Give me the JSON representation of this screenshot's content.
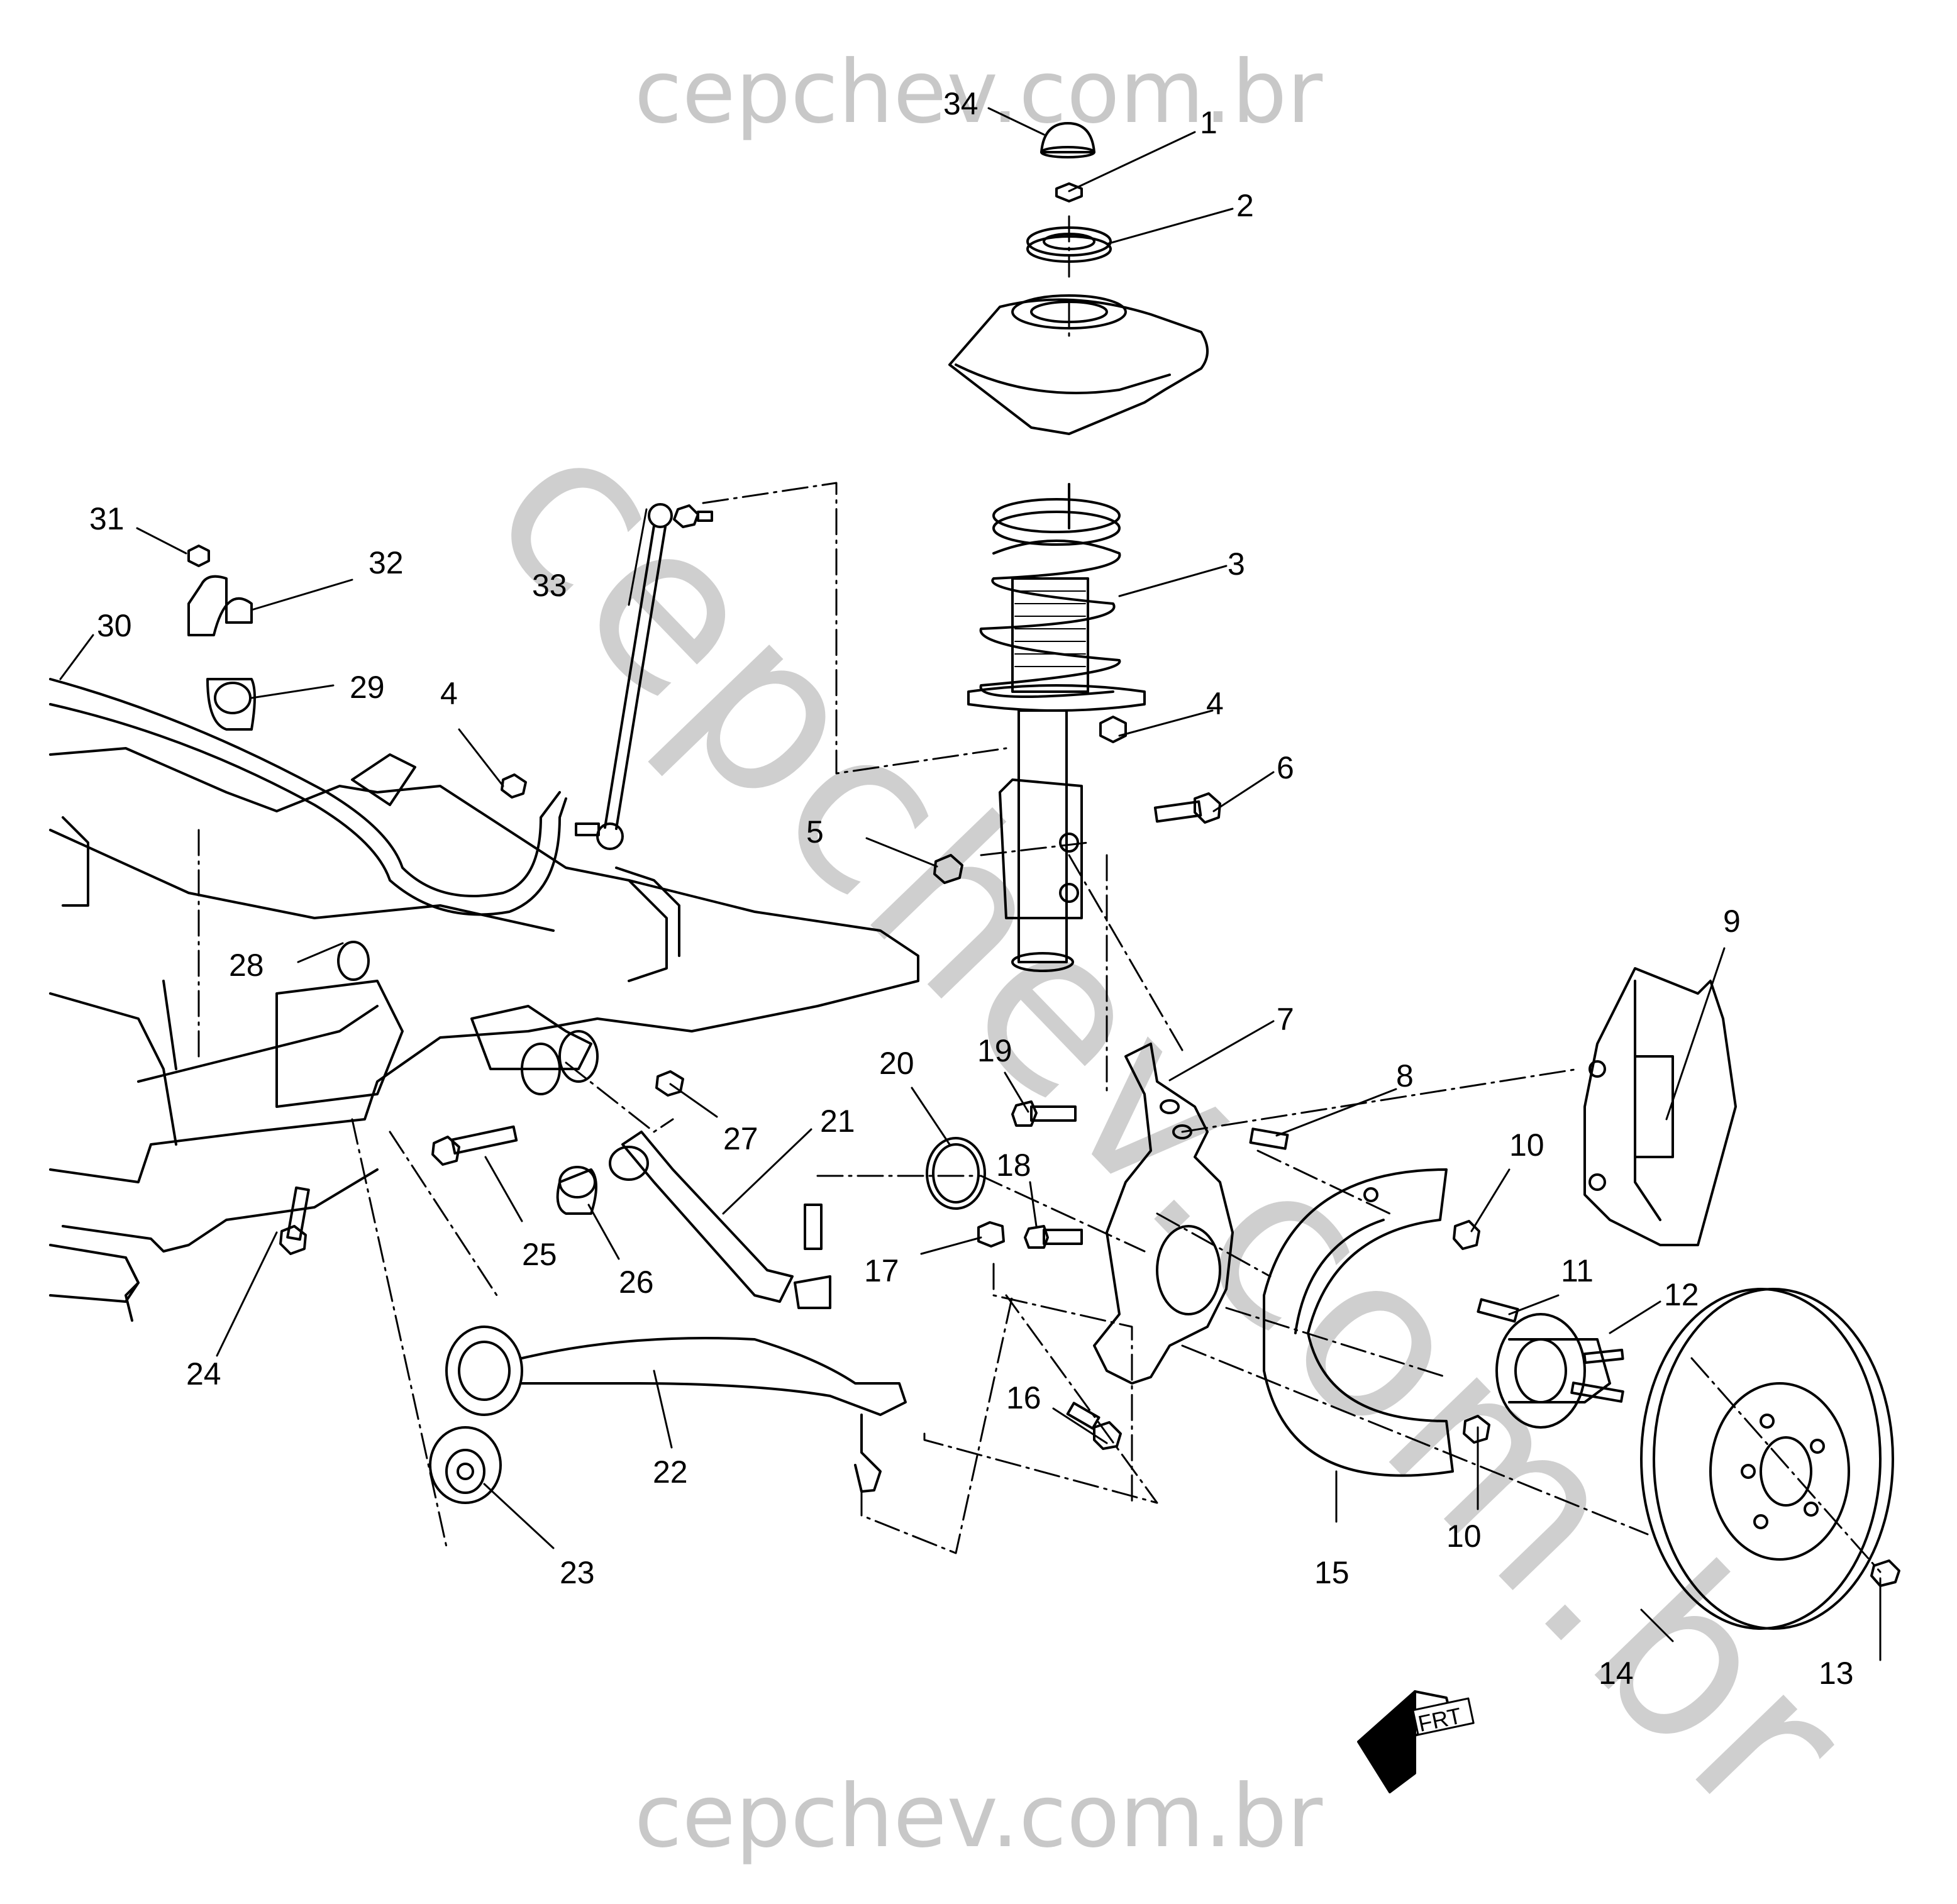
{
  "watermark": {
    "top": "cepchev.com.br",
    "diagonal": "cepchev.com.br",
    "bottom": "cepchev.com.br"
  },
  "direction_indicator": {
    "label": "FRT",
    "icon": "front-arrow-icon"
  },
  "callouts": [
    {
      "id": "c34",
      "text": "34"
    },
    {
      "id": "c1",
      "text": "1"
    },
    {
      "id": "c2",
      "text": "2"
    },
    {
      "id": "c3",
      "text": "3"
    },
    {
      "id": "c4a",
      "text": "4"
    },
    {
      "id": "c4b",
      "text": "4"
    },
    {
      "id": "c5",
      "text": "5"
    },
    {
      "id": "c6",
      "text": "6"
    },
    {
      "id": "c7",
      "text": "7"
    },
    {
      "id": "c8",
      "text": "8"
    },
    {
      "id": "c9",
      "text": "9"
    },
    {
      "id": "c10a",
      "text": "10"
    },
    {
      "id": "c10b",
      "text": "10"
    },
    {
      "id": "c11",
      "text": "11"
    },
    {
      "id": "c12",
      "text": "12"
    },
    {
      "id": "c13",
      "text": "13"
    },
    {
      "id": "c14",
      "text": "14"
    },
    {
      "id": "c15",
      "text": "15"
    },
    {
      "id": "c16",
      "text": "16"
    },
    {
      "id": "c17",
      "text": "17"
    },
    {
      "id": "c18",
      "text": "18"
    },
    {
      "id": "c19",
      "text": "19"
    },
    {
      "id": "c20",
      "text": "20"
    },
    {
      "id": "c21",
      "text": "21"
    },
    {
      "id": "c22",
      "text": "22"
    },
    {
      "id": "c23",
      "text": "23"
    },
    {
      "id": "c24",
      "text": "24"
    },
    {
      "id": "c25",
      "text": "25"
    },
    {
      "id": "c26",
      "text": "26"
    },
    {
      "id": "c27",
      "text": "27"
    },
    {
      "id": "c28",
      "text": "28"
    },
    {
      "id": "c29",
      "text": "29"
    },
    {
      "id": "c30",
      "text": "30"
    },
    {
      "id": "c31",
      "text": "31"
    },
    {
      "id": "c32",
      "text": "32"
    },
    {
      "id": "c33",
      "text": "33"
    }
  ]
}
